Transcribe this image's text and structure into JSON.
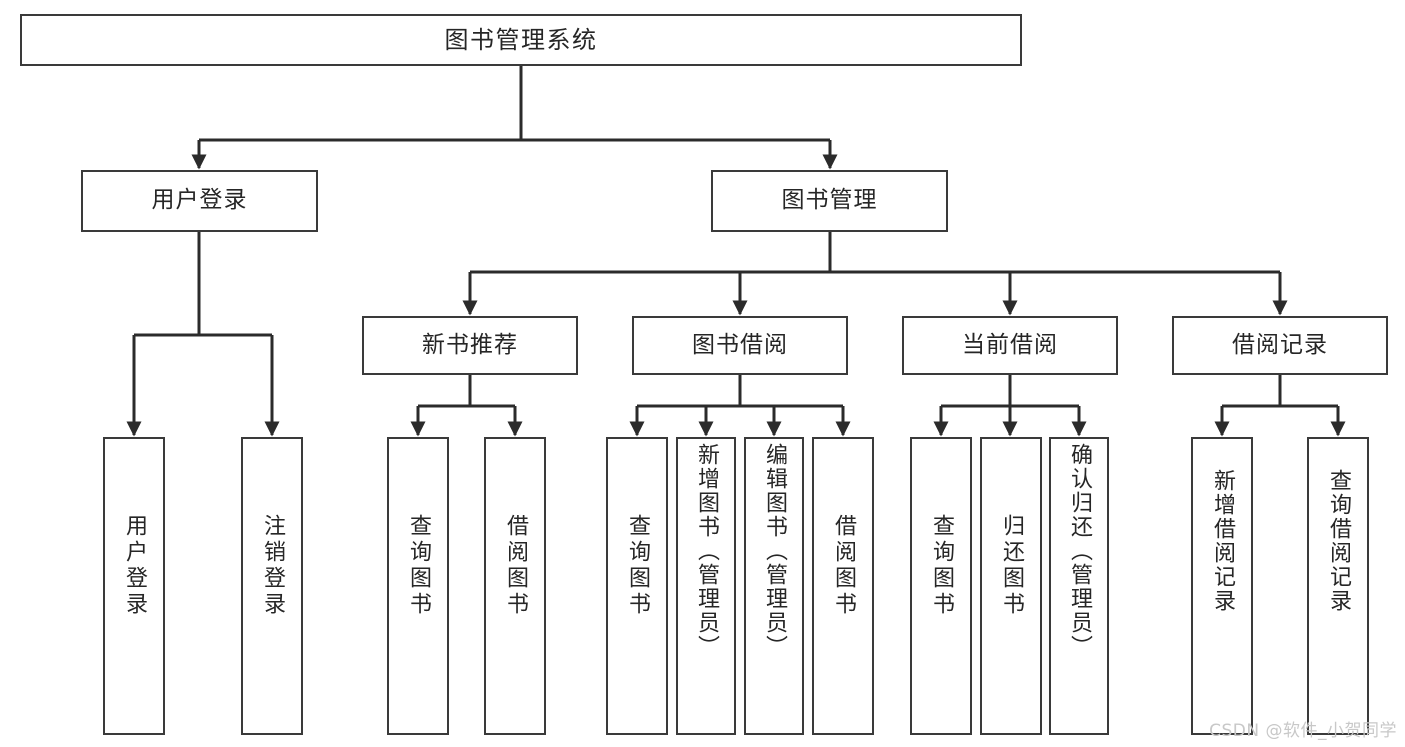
{
  "diagram": {
    "title": "图书管理系统",
    "type": "tree-hierarchy-chart",
    "watermark": "CSDN @软件_小贺同学"
  },
  "nodes": {
    "root": {
      "label": "图书管理系统"
    },
    "tier2": [
      {
        "key": "user-login",
        "label": "用户登录"
      },
      {
        "key": "book-management",
        "label": "图书管理"
      }
    ],
    "tier3": [
      {
        "key": "new-book-recommend",
        "label": "新书推荐"
      },
      {
        "key": "book-borrow",
        "label": "图书借阅"
      },
      {
        "key": "current-borrow",
        "label": "当前借阅"
      },
      {
        "key": "borrow-record",
        "label": "借阅记录"
      }
    ],
    "leaves": {
      "user_login": [
        {
          "key": "user-login-leaf",
          "label": "用户登录"
        },
        {
          "key": "logout-leaf",
          "label": "注销登录"
        }
      ],
      "new_book_recommend": [
        {
          "key": "query-book-1",
          "label": "查询图书"
        },
        {
          "key": "borrow-book-1",
          "label": "借阅图书"
        }
      ],
      "book_borrow": [
        {
          "key": "query-book-2",
          "label": "查询图书"
        },
        {
          "key": "add-book-admin",
          "label": "新增图书（管理员）"
        },
        {
          "key": "edit-book-admin",
          "label": "编辑图书（管理员）"
        },
        {
          "key": "borrow-book-2",
          "label": "借阅图书"
        }
      ],
      "current_borrow": [
        {
          "key": "query-book-3",
          "label": "查询图书"
        },
        {
          "key": "return-book",
          "label": "归还图书"
        },
        {
          "key": "confirm-return-admin",
          "label": "确认归还（管理员）"
        }
      ],
      "borrow_record": [
        {
          "key": "add-borrow-record",
          "label": "新增借阅记录"
        },
        {
          "key": "query-borrow-record",
          "label": "查询借阅记录"
        }
      ]
    }
  },
  "colors": {
    "border": "#3a3a3a",
    "text": "#262626",
    "background": "#ffffff",
    "connector": "#2b2b2b",
    "watermark": "#c8c8c8"
  }
}
